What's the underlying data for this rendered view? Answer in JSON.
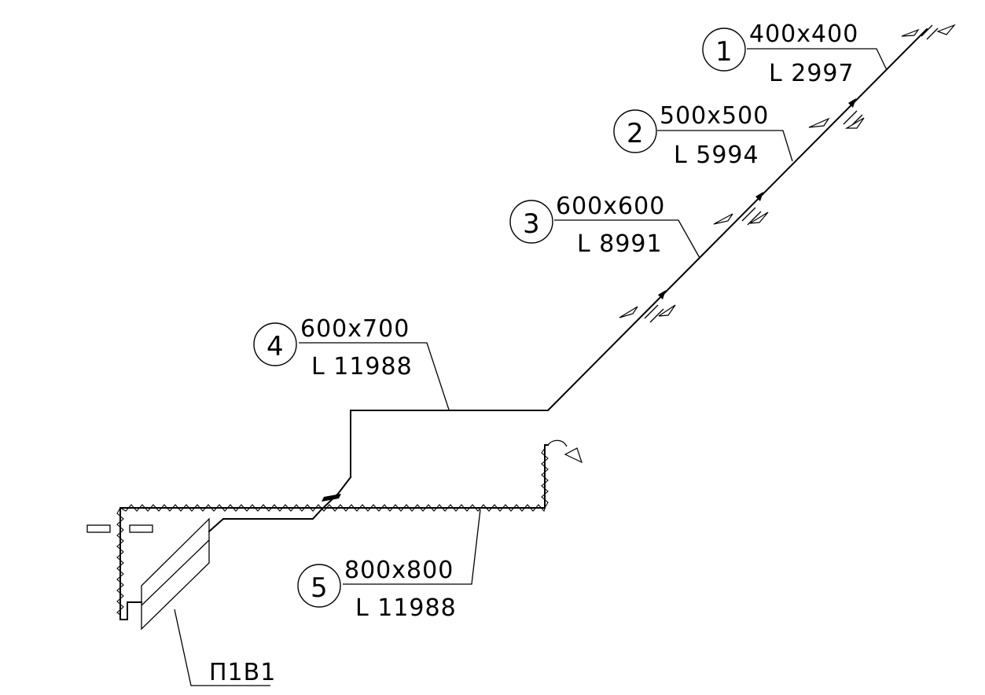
{
  "segments": [
    {
      "id": "1",
      "size": "400x400",
      "length": "L 2997"
    },
    {
      "id": "2",
      "size": "500x500",
      "length": "L 5994"
    },
    {
      "id": "3",
      "size": "600x600",
      "length": "L 8991"
    },
    {
      "id": "4",
      "size": "600x700",
      "length": "L 11988"
    },
    {
      "id": "5",
      "size": "800x800",
      "length": "L 11988"
    }
  ],
  "unit_label": "П1В1"
}
